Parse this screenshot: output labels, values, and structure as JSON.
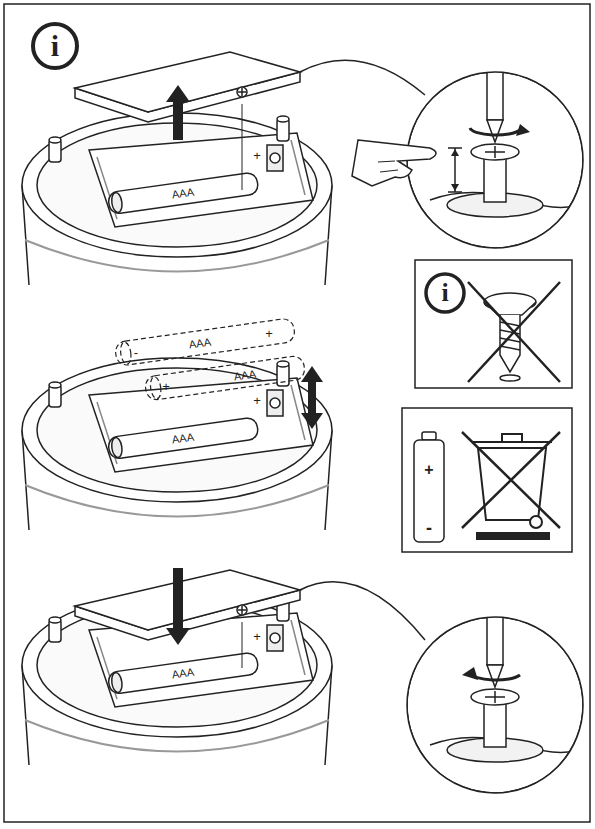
{
  "diagram": {
    "labels": [
      "i",
      "AAA",
      "+",
      "-",
      "AAA",
      "+",
      "+",
      "AAA",
      "AAA",
      "+",
      "i",
      "+",
      "-",
      "AAA",
      "+"
    ]
  }
}
